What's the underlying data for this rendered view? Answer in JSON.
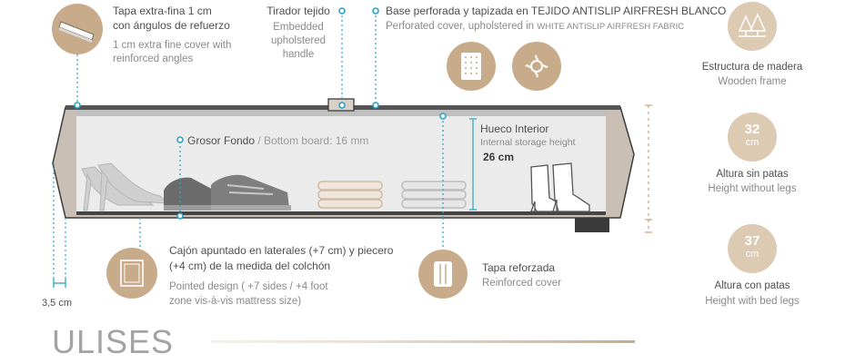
{
  "callouts": {
    "tapa": {
      "es1": "Tapa extra-fina 1 cm",
      "es2": "con ángulos de refuerzo",
      "en1": "1 cm extra fine cover with",
      "en2": "reinforced angles"
    },
    "tirador": {
      "es": "Tirador tejido",
      "en1": "Embedded",
      "en2": "upholstered",
      "en3": "handle"
    },
    "base": {
      "es": "Base perforada y tapizada en TEJIDO ANTISLIP AIRFRESH BLANCO",
      "en_a": "Perforated cover, upholstered in ",
      "en_b": "WHITE ANTISLIP AIRFRESH FABRIC"
    },
    "grosor": {
      "es": "Grosor Fondo",
      "en": " / Bottom board: 16 mm"
    },
    "hueco": {
      "es": "Hueco Interior",
      "en": "Internal storage height",
      "value": "26 cm"
    },
    "cajon": {
      "es1": "Cajón apuntado en laterales (+7 cm) y piecero",
      "es2": "(+4 cm) de la medida del colchón",
      "en1": "Pointed design ( +7 sides / +4 foot",
      "en2": "zone vis-à-vis mattress size)"
    },
    "tapa_ref": {
      "es": "Tapa reforzada",
      "en": "Reinforced cover"
    },
    "side_width": "3,5 cm"
  },
  "specs": {
    "estructura": {
      "es": "Estructura de madera",
      "en": "Wooden frame",
      "icon": "trees-icon"
    },
    "altura_sin": {
      "num": "32",
      "unit": "cm",
      "es": "Altura sin patas",
      "en": "Height without legs"
    },
    "altura_con": {
      "num": "37",
      "unit": "cm",
      "es": "Altura con patas",
      "en": "Height with bed legs"
    }
  },
  "product_name": "ULISES",
  "colors": {
    "accent": "#c7ab8a",
    "accent_light": "#dccab3",
    "frame": "#c9bfb5",
    "leader": "#29a3c7",
    "text": "#4f4f4f"
  }
}
